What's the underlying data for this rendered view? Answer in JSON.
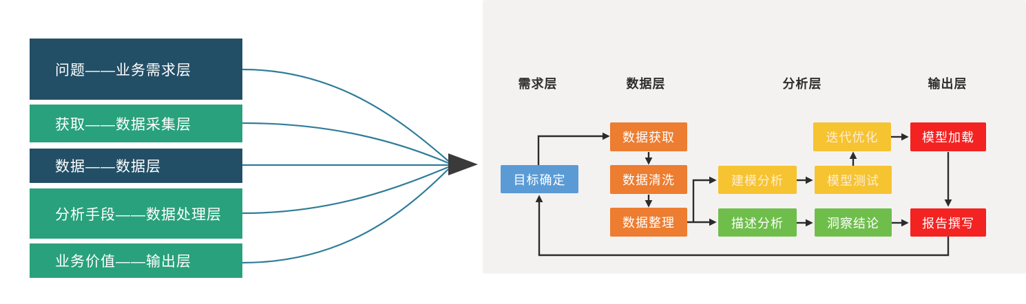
{
  "left_panel": {
    "items": [
      {
        "label": "问题——业务需求层",
        "color": "#234F66"
      },
      {
        "label": "获取——数据采集层",
        "color": "#29A17C"
      },
      {
        "label": "数据——数据层",
        "color": "#234F66"
      },
      {
        "label": "分析手段——数据处理层",
        "color": "#29A17C"
      },
      {
        "label": "业务价值——输出层",
        "color": "#29A17C"
      }
    ],
    "connector_color": "#2F7C99",
    "merge_arrow_color": "#3A3A3A"
  },
  "flowchart": {
    "column_headers": [
      "需求层",
      "数据层",
      "分析层",
      "输出层"
    ],
    "nodes": [
      {
        "id": "goal",
        "label": "目标确定",
        "color": "#5B9BD5"
      },
      {
        "id": "data-acquire",
        "label": "数据获取",
        "color": "#ED7D31"
      },
      {
        "id": "data-clean",
        "label": "数据清洗",
        "color": "#ED7D31"
      },
      {
        "id": "data-organize",
        "label": "数据整理",
        "color": "#ED7D31"
      },
      {
        "id": "modeling-analysis",
        "label": "建模分析",
        "color": "#F6C331"
      },
      {
        "id": "model-test",
        "label": "模型测试",
        "color": "#F6C331"
      },
      {
        "id": "iterate-optimize",
        "label": "迭代优化",
        "color": "#F6C331"
      },
      {
        "id": "descriptive",
        "label": "描述分析",
        "color": "#6FBE4C"
      },
      {
        "id": "insight",
        "label": "洞察结论",
        "color": "#6FBE4C"
      },
      {
        "id": "model-load",
        "label": "模型加载",
        "color": "#F32322"
      },
      {
        "id": "report",
        "label": "报告撰写",
        "color": "#F32322"
      }
    ],
    "arrow_color": "#2B2B2B",
    "panel_bg": "#F4F2F1"
  }
}
